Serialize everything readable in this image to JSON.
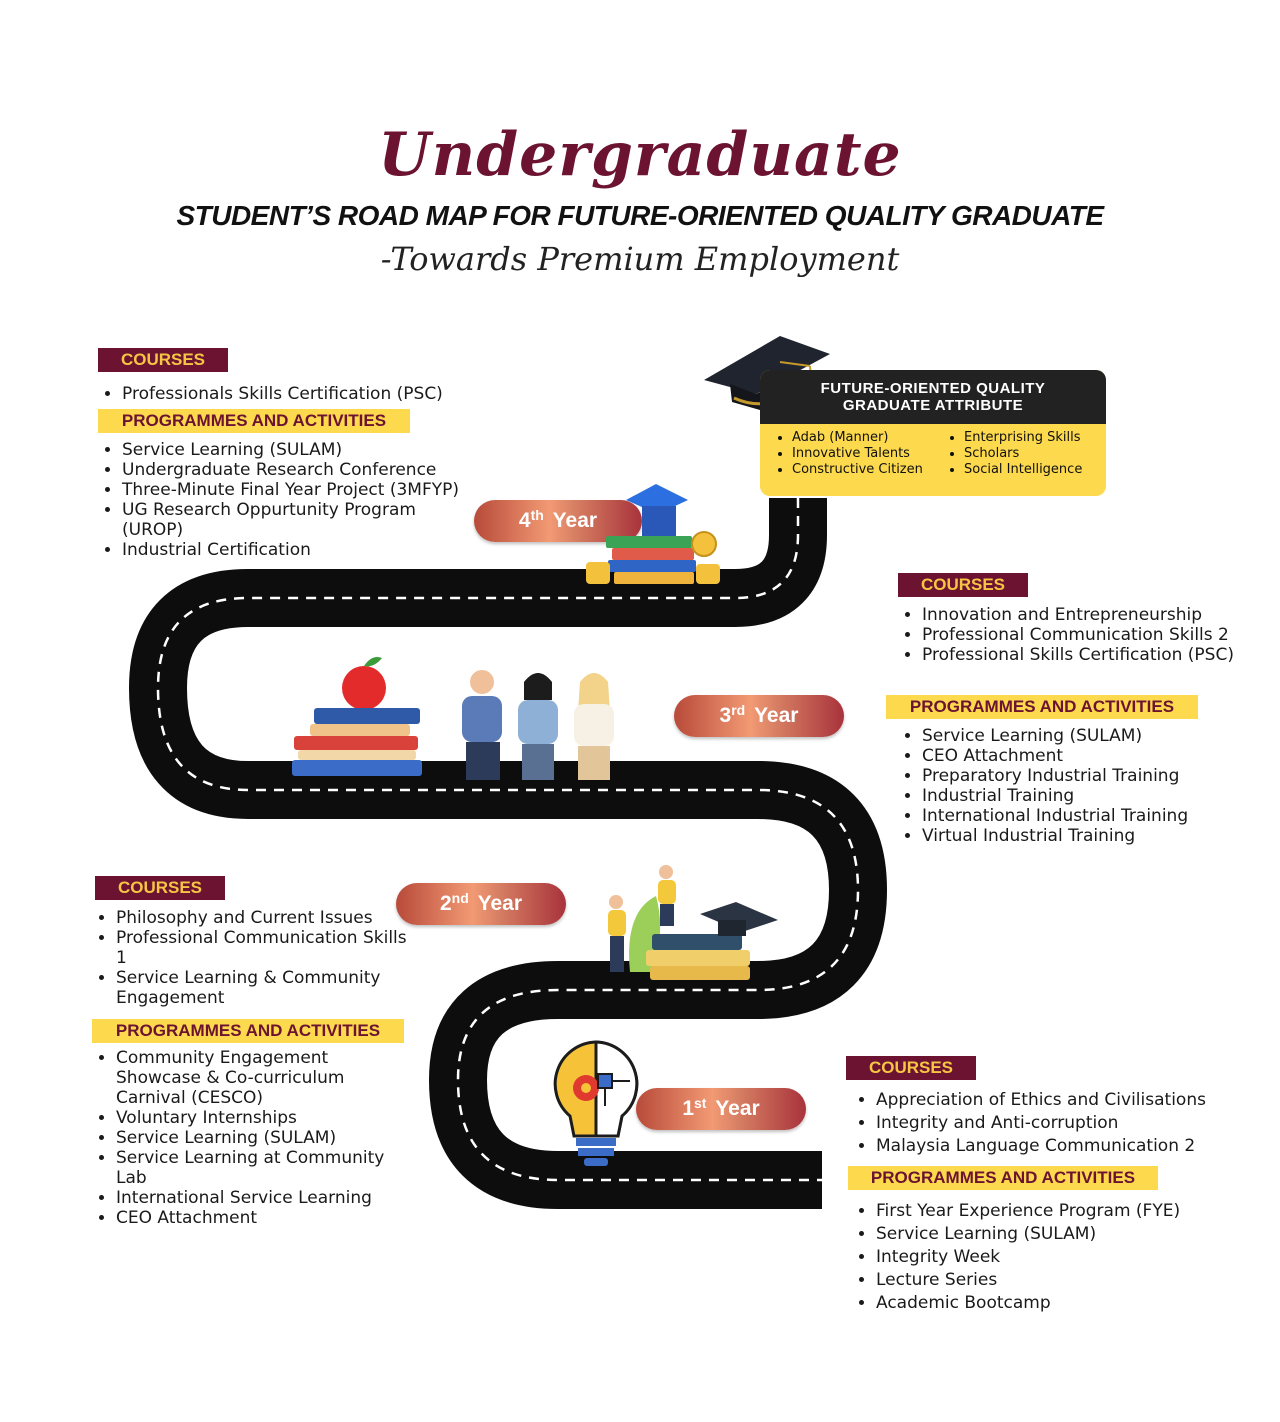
{
  "header": {
    "script_title": "Undergraduate",
    "main_title": "STUDENT’S ROAD MAP  FOR FUTURE-ORIENTED QUALITY GRADUATE",
    "subtitle": "-Towards Premium Employment"
  },
  "attributes": {
    "title_line1": "FUTURE-ORIENTED QUALITY",
    "title_line2": "GRADUATE ATTRIBUTE",
    "col1": [
      "Adab (Manner)",
      "Innovative Talents",
      "Constructive Citizen"
    ],
    "col2": [
      "Enterprising Skills",
      "Scholars",
      "Social Intelligence"
    ]
  },
  "year4": {
    "ordinal": "4",
    "suffix": "th",
    "label": "Year",
    "courses_tag": "COURSES",
    "courses": [
      "Professionals Skills Certification (PSC)"
    ],
    "programmes_tag": "PROGRAMMES AND ACTIVITIES",
    "programmes": [
      "Service Learning (SULAM)",
      "Undergraduate Research Conference",
      "Three-Minute Final Year Project (3MFYP)",
      "UG Research Oppurtunity Program (UROP)",
      "Industrial Certification"
    ]
  },
  "year3": {
    "ordinal": "3",
    "suffix": "rd",
    "label": "Year",
    "courses_tag": "COURSES",
    "courses": [
      "Innovation and Entrepreneurship",
      "Professional Communication Skills 2",
      "Professional Skills Certification (PSC)"
    ],
    "programmes_tag": "PROGRAMMES AND ACTIVITIES",
    "programmes": [
      "Service Learning (SULAM)",
      "CEO Attachment",
      "Preparatory Industrial Training",
      "Industrial Training",
      "International Industrial Training",
      "Virtual Industrial Training"
    ]
  },
  "year2": {
    "ordinal": "2",
    "suffix": "nd",
    "label": "Year",
    "courses_tag": "COURSES",
    "courses": [
      "Philosophy and Current Issues",
      "Professional Communication Skills 1",
      "Service Learning & Community Engagement"
    ],
    "programmes_tag": "PROGRAMMES AND ACTIVITIES",
    "programmes": [
      "Community Engagement Showcase & Co-curriculum Carnival (CESCO)",
      "Voluntary Internships",
      "Service Learning (SULAM)",
      "Service Learning at Community Lab",
      "International Service Learning",
      "CEO Attachment"
    ]
  },
  "year1": {
    "ordinal": "1",
    "suffix": "st",
    "label": "Year",
    "courses_tag": "COURSES",
    "courses": [
      "Appreciation of Ethics and Civilisations",
      "Integrity and Anti-corruption",
      "Malaysia Language Communication 2"
    ],
    "programmes_tag": "PROGRAMMES AND ACTIVITIES",
    "programmes": [
      "First Year Experience Program (FYE)",
      "Service Learning (SULAM)",
      "Integrity Week",
      "Lecture Series",
      "Academic Bootcamp"
    ]
  },
  "colors": {
    "maroon": "#6b1330",
    "yellow": "#fcd94d",
    "road": "#0d0d0d",
    "pill": "#e07a5f"
  },
  "icons": [
    "graduation-cap-icon",
    "books-coins-icon",
    "apple-books-icon",
    "students-icon",
    "climbing-people-icon",
    "lightbulb-gear-icon"
  ]
}
